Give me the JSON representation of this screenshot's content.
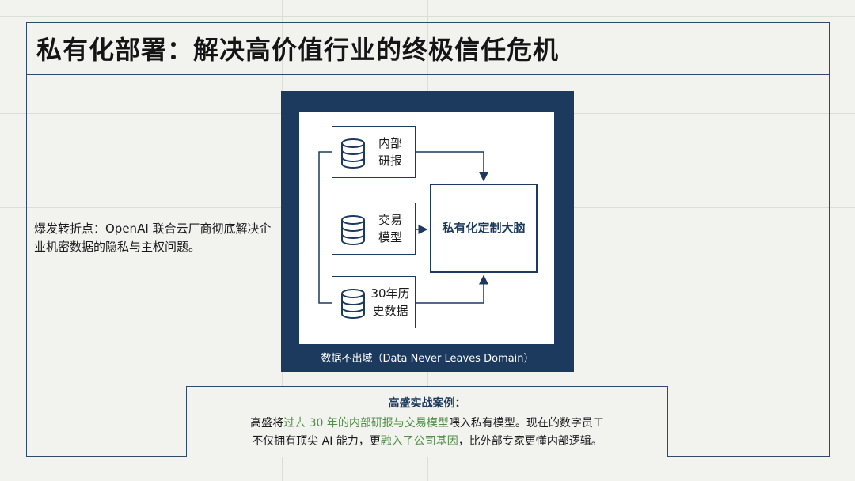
{
  "title": "私有化部署：解决高价值行业的终极信任危机",
  "left_note": "爆发转折点：OpenAI 联合云厂商彻底解决企业机密数据的隐私与主权问题。",
  "diagram": {
    "sources": [
      {
        "line1": "内部",
        "line2": "研报",
        "icon": "database-icon"
      },
      {
        "line1": "交易",
        "line2": "模型",
        "icon": "database-icon"
      },
      {
        "line1": "30年历",
        "line2": "史数据",
        "icon": "database-icon"
      }
    ],
    "target": "私有化定制大脑",
    "caption": "数据不出域（Data Never Leaves Domain）",
    "colors": {
      "frame": "#1b3a5e",
      "accent": "#4f8f45"
    }
  },
  "case": {
    "title": "高盛实战案例：",
    "line1": {
      "a": "高盛将",
      "b": "过去 30 年的内部研报与交易模型",
      "c": "喂入私有模型。现在的数字员工"
    },
    "line2": {
      "a": "不仅拥有顶尖 AI 能力，更",
      "b": "融入了公司基因",
      "c": "，比外部专家更懂内部逻辑。"
    }
  }
}
